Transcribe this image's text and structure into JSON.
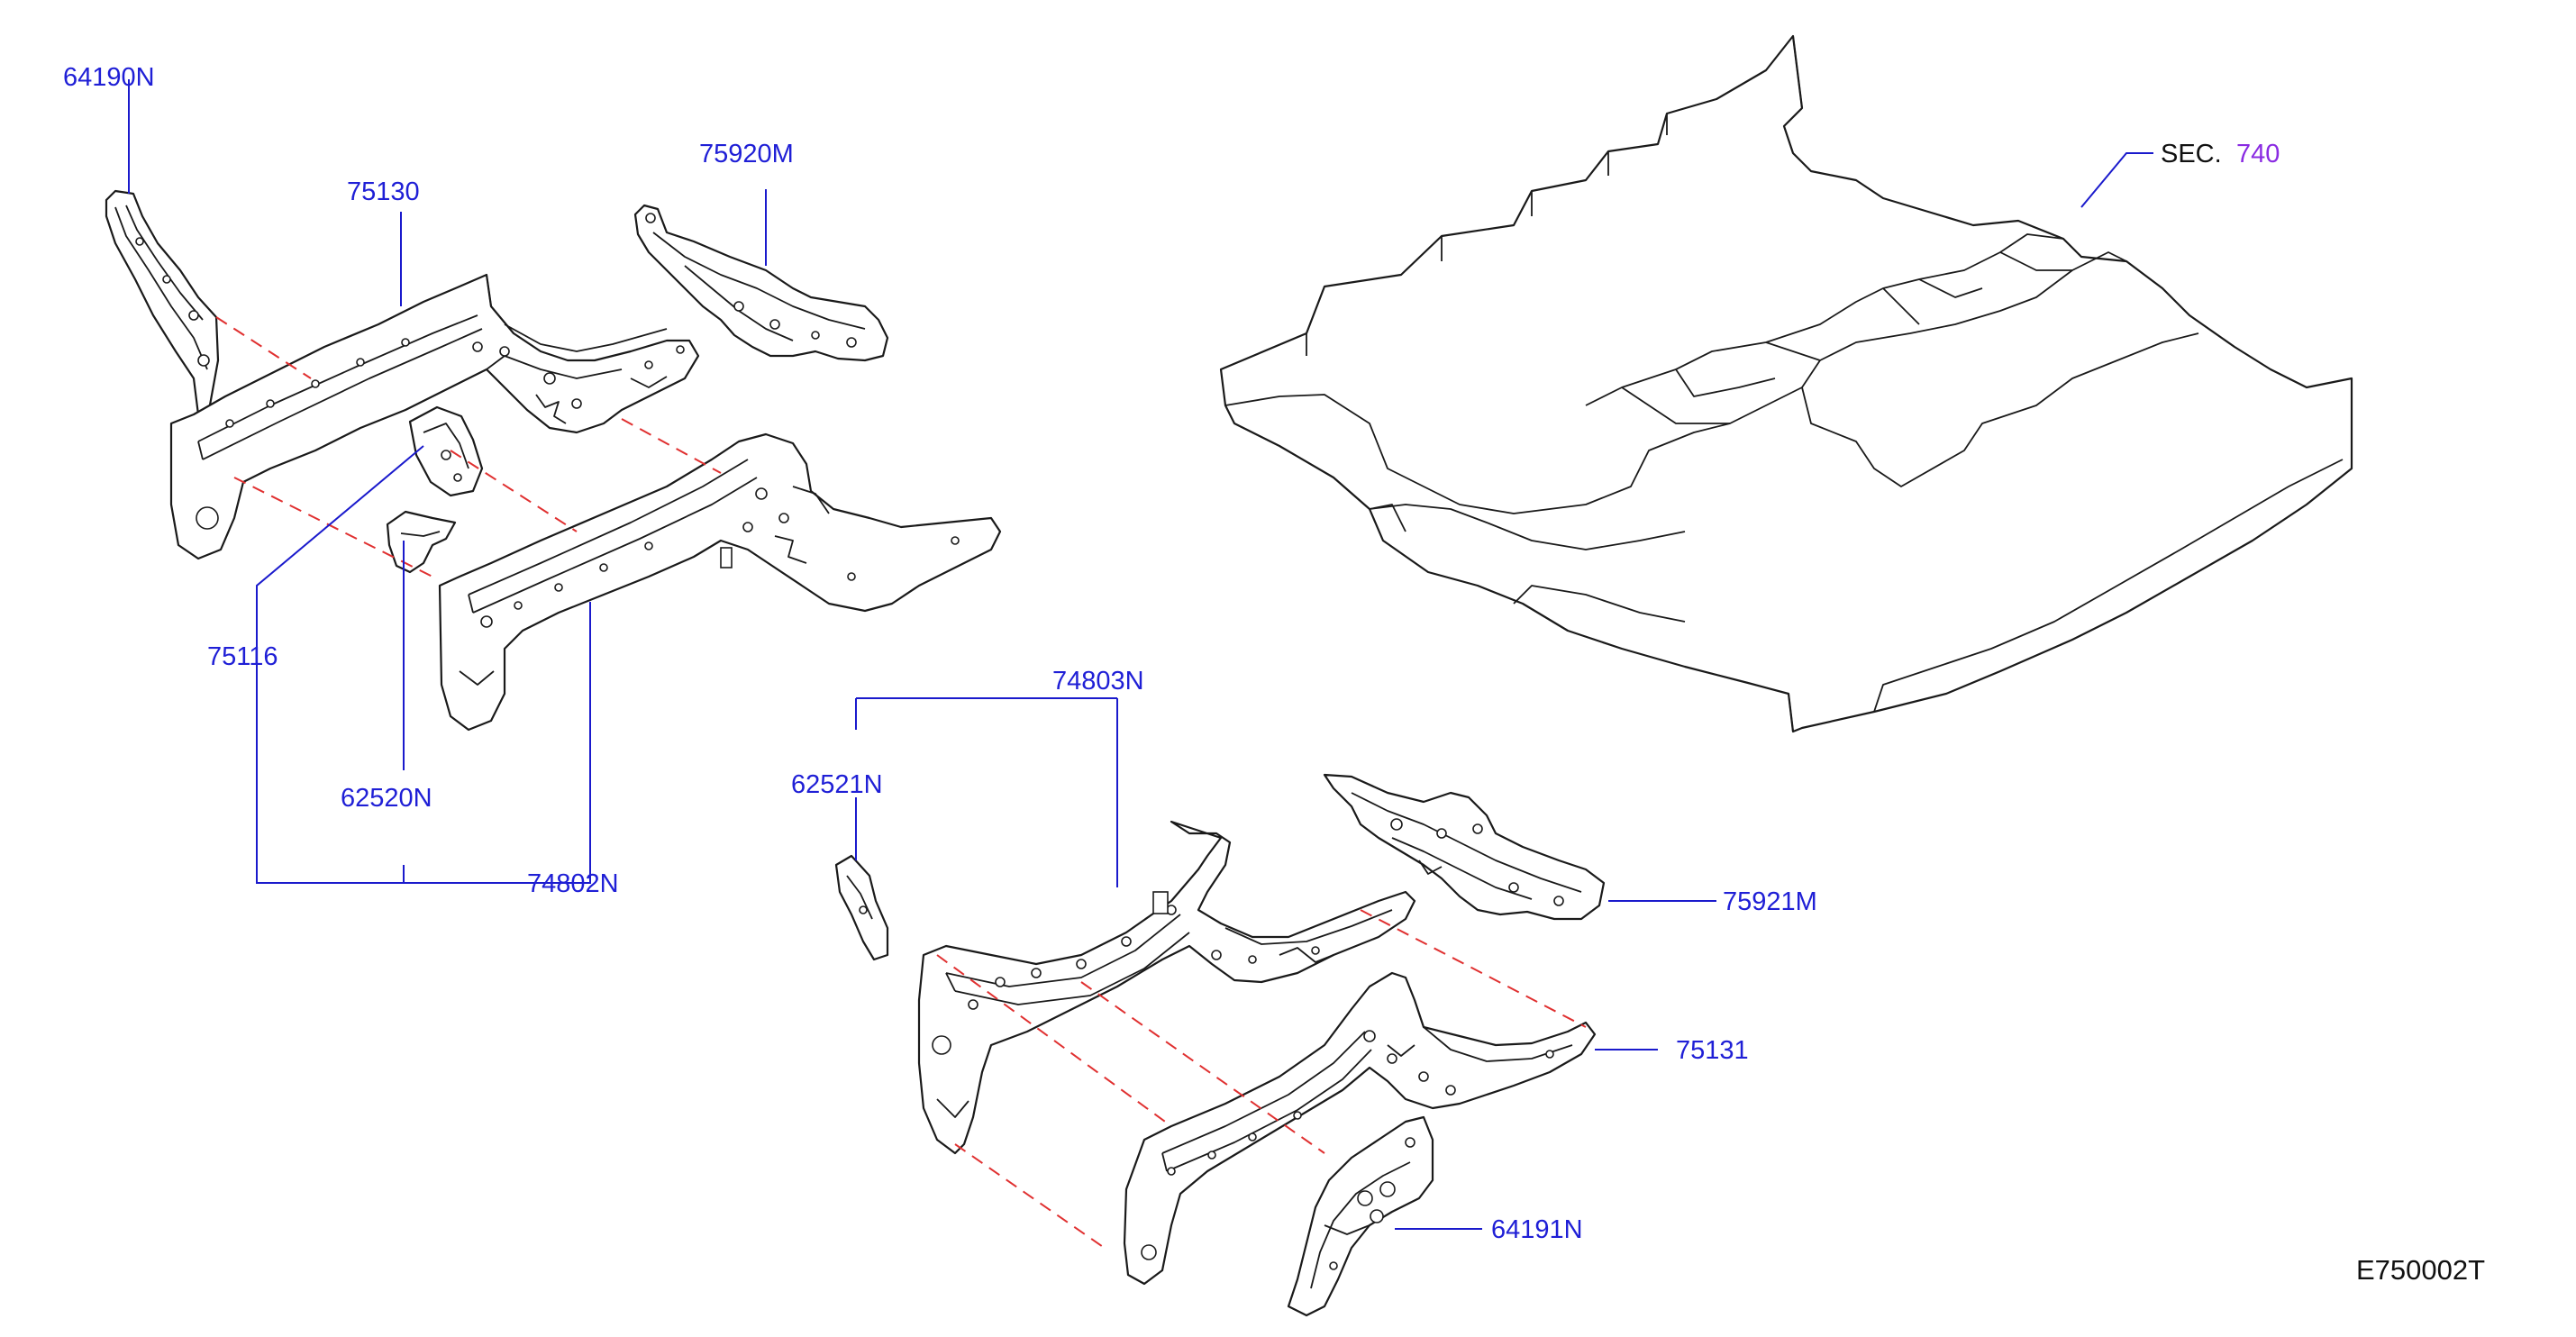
{
  "colors": {
    "label": "#1f1fd6",
    "section_ref": "#8a2be2",
    "leader": "#1a1acc",
    "assembly_dash": "#e03030",
    "outline": "#1a1a1a"
  },
  "labels": {
    "p64190n": "64190N",
    "p75130": "75130",
    "p75920m": "75920M",
    "p75116": "75116",
    "p62520n": "62520N",
    "p74802n": "74802N",
    "p74803n": "74803N",
    "p62521n": "62521N",
    "p75921m": "75921M",
    "p75131": "75131",
    "p64191n": "64191N"
  },
  "section_ref": {
    "prefix": "SEC.",
    "number": "740"
  },
  "diagram_id": "E750002T"
}
